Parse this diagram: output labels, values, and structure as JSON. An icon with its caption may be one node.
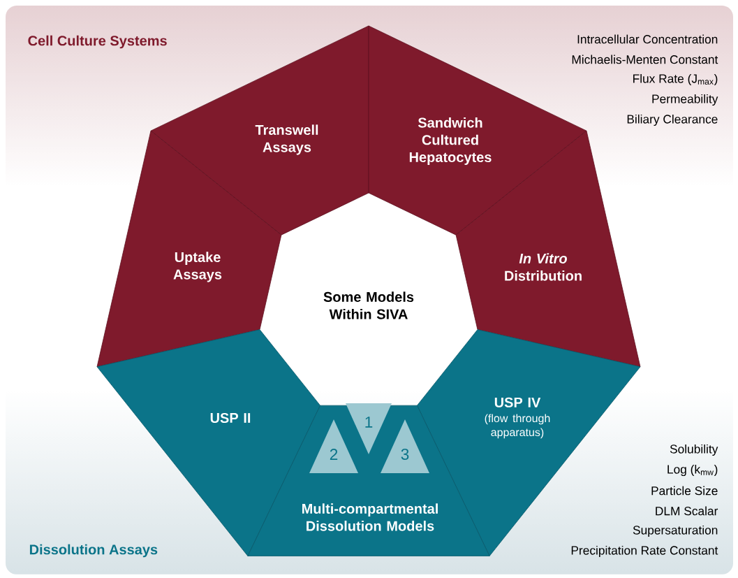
{
  "diagram": {
    "nodes": [
      {
        "text": [
          "Transwell Assays"
        ]
      },
      {
        "text": [
          "Sandwich Cultured Hepatocytes"
        ]
      },
      {
        "text": [
          "Uptake Assays"
        ]
      },
      {
        "text": [
          "Some Models Within SIVA"
        ]
      },
      {
        "text": [
          "*In Vitro* Distribution"
        ]
      },
      {
        "text": [
          "USP II"
        ]
      },
      {
        "text": [
          "USP IV",
          "(flow through apparatus)"
        ]
      },
      {
        "text": [
          "Multi-compartmental Dissolution Models"
        ]
      },
      {
        "text": [
          "1"
        ],
        "in": 7
      },
      {
        "text": [
          "2"
        ],
        "in": 7
      },
      {
        "text": [
          "3"
        ],
        "in": 7
      }
    ],
    "labels": [
      "Cell Culture Systems",
      "Intracellular Concentration",
      "Michaelis-Menten Constant",
      "Flux Rate (J$_{max}$)",
      "Permeability",
      "Biliary Clearance",
      "Solubility",
      "Log (k$_{mw}$)",
      "Particle Size",
      "DLM Scalar",
      "Supersaturation",
      "Precipitation Rate Constant",
      "Dissolution Assays"
    ]
  }
}
